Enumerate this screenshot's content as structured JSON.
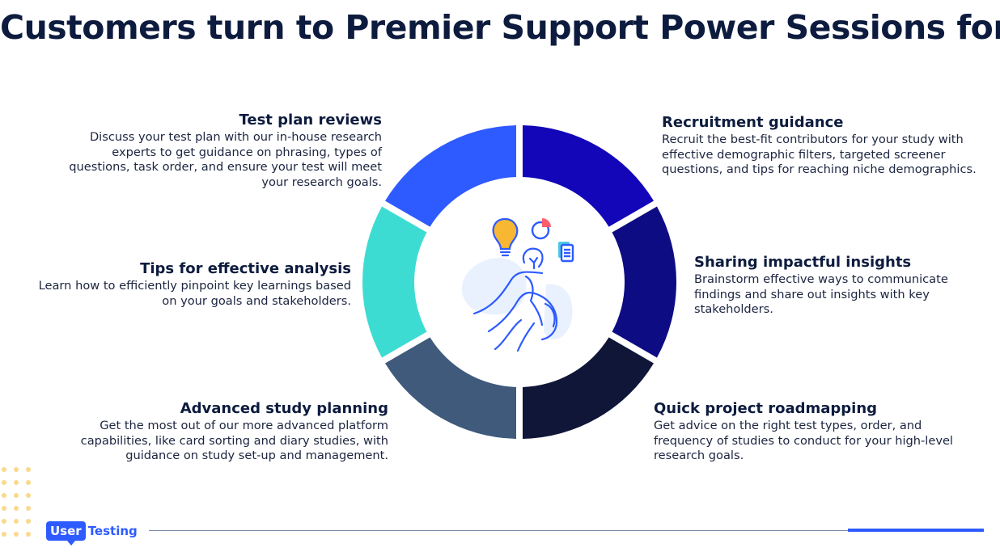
{
  "title": "Customers turn to Premier Support Power Sessions for:",
  "segments": [
    {
      "key": "test",
      "heading": "Test plan reviews",
      "body": "Discuss your test plan with our in-house research experts to get guidance on phrasing, types of questions, task order, and ensure your test will meet your research goals.",
      "color": "#2e5bff"
    },
    {
      "key": "rec",
      "heading": "Recruitment guidance",
      "body": "Recruit the best-fit contributors for your study with effective demographic filters, targeted screener questions, and tips for reaching niche demographics.",
      "color": "#1206b8"
    },
    {
      "key": "share",
      "heading": "Sharing impactful insights",
      "body": "Brainstorm effective ways to communicate findings and share out insights with key stakeholders.",
      "color": "#0e0c82"
    },
    {
      "key": "quick",
      "heading": "Quick project roadmapping",
      "body": "Get advice on the right test types, order, and frequency of studies to conduct for your high-level research goals.",
      "color": "#0f1638"
    },
    {
      "key": "adv",
      "heading": "Advanced study planning",
      "body": "Get the most out of our more advanced platform capabilities, like card sorting and diary studies, with guidance on study set-up and management.",
      "color": "#3f5a7b"
    },
    {
      "key": "tips",
      "heading": "Tips for effective analysis",
      "body": "Learn how to efficiently pinpoint key learnings based on your goals and stakeholders.",
      "color": "#3ddcd3"
    }
  ],
  "center_icons": [
    "lightbulb-icon",
    "pie-chart-icon",
    "document-icon",
    "thinking-person-icon"
  ],
  "logo": {
    "user": "User",
    "testing": "Testing"
  },
  "colors": {
    "navy": "#0d1b3e",
    "brand_blue": "#2e5bff",
    "dots": "#f9d98c"
  }
}
